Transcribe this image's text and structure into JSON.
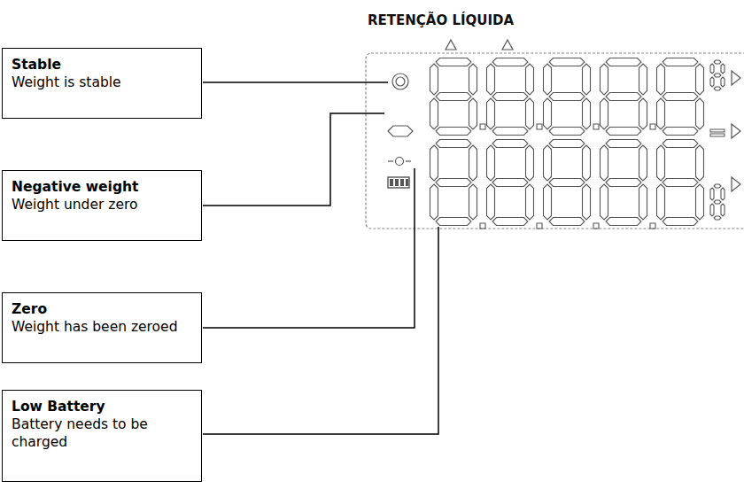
{
  "diagram": {
    "nodes": [
      {
        "text": [
          "Stable",
          "Weight is stable"
        ]
      },
      {
        "text": [
          "Negative weight",
          "Weight under zero"
        ]
      },
      {
        "text": [
          "Zero",
          "Weight has been zeroed"
        ]
      },
      {
        "text": [
          "Low Battery",
          "Battery needs to be charged"
        ]
      }
    ],
    "labels": [
      "RETENÇÃO LÍQUIDA"
    ]
  }
}
